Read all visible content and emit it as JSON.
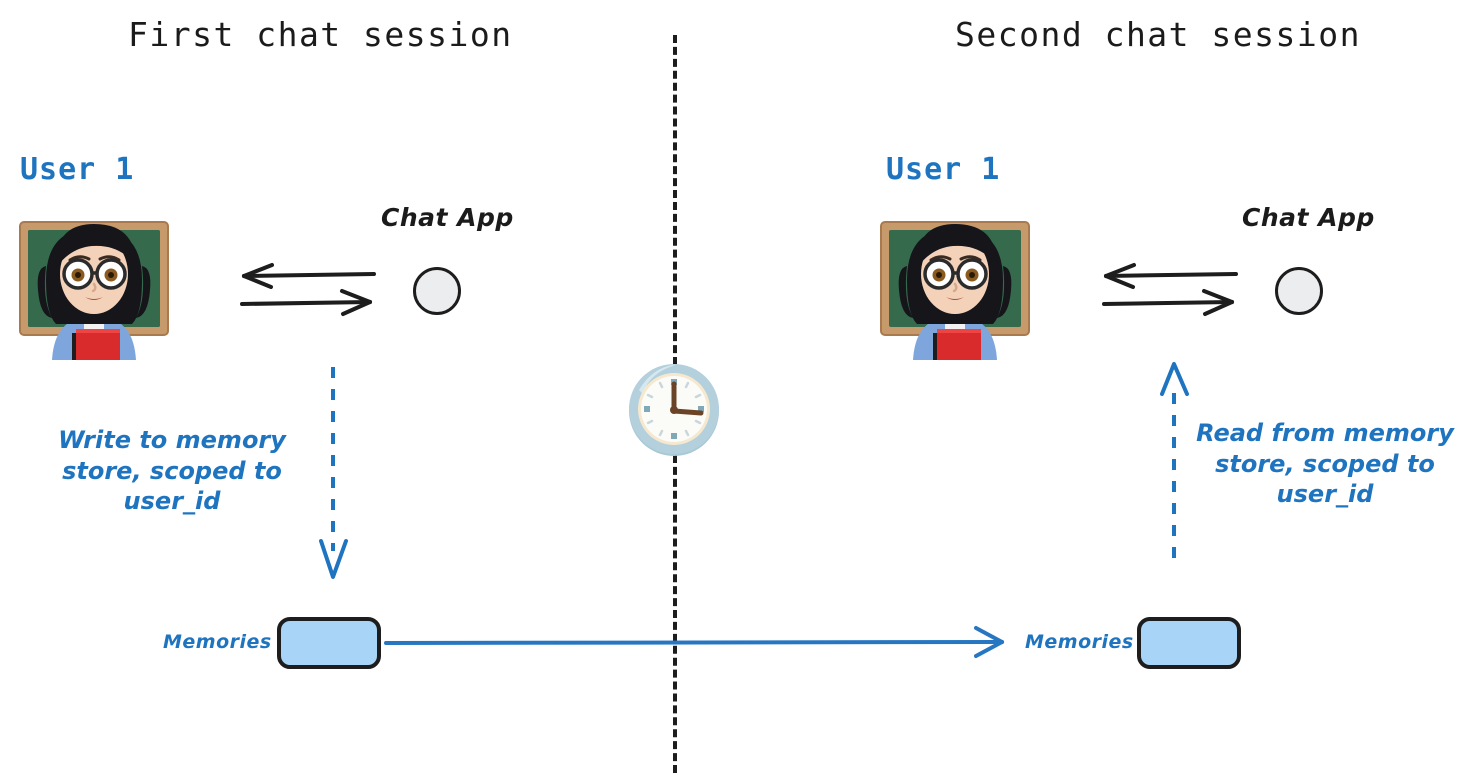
{
  "meta": {
    "diagram_title": "Memory store shared across chat sessions",
    "background_color": "#ffffff",
    "accent_blue": "#1f74c0",
    "box_fill": "#a8d5f7",
    "ink_black": "#1d1d1d",
    "circle_fill": "#ebedef"
  },
  "sessions": [
    {
      "id": "first",
      "title": "First chat session",
      "user_label": "User 1",
      "avatar_icon": "woman-teacher-emoji",
      "chat_app_label": "Chat App",
      "annotation": {
        "lines": [
          "Write to memory",
          "store, scoped to",
          "user_id"
        ],
        "text": "Write to memory store, scoped to user_id",
        "arrow_direction": "down",
        "arrow_style": "dashed",
        "color": "#1f74c0"
      },
      "memories_label": "Memories"
    },
    {
      "id": "second",
      "title": "Second chat session",
      "user_label": "User 1",
      "avatar_icon": "woman-teacher-emoji",
      "chat_app_label": "Chat App",
      "annotation": {
        "lines": [
          "Read from memory",
          "store, scoped to",
          "user_id"
        ],
        "text": "Read from memory store, scoped to user_id",
        "arrow_direction": "up",
        "arrow_style": "dashed",
        "color": "#1f74c0"
      },
      "memories_label": "Memories"
    }
  ],
  "divider": {
    "icon": "clock-emoji",
    "clock_time": "3:00",
    "style": "vertical-dashed",
    "color": "#1d1d1d"
  },
  "exchange_arrows": {
    "top_arrow_direction": "left",
    "bottom_arrow_direction": "right",
    "color": "#1d1d1d"
  },
  "memory_link_arrow": {
    "direction": "right",
    "color": "#1f74c0",
    "description": "Memories persist from first session to second session"
  }
}
